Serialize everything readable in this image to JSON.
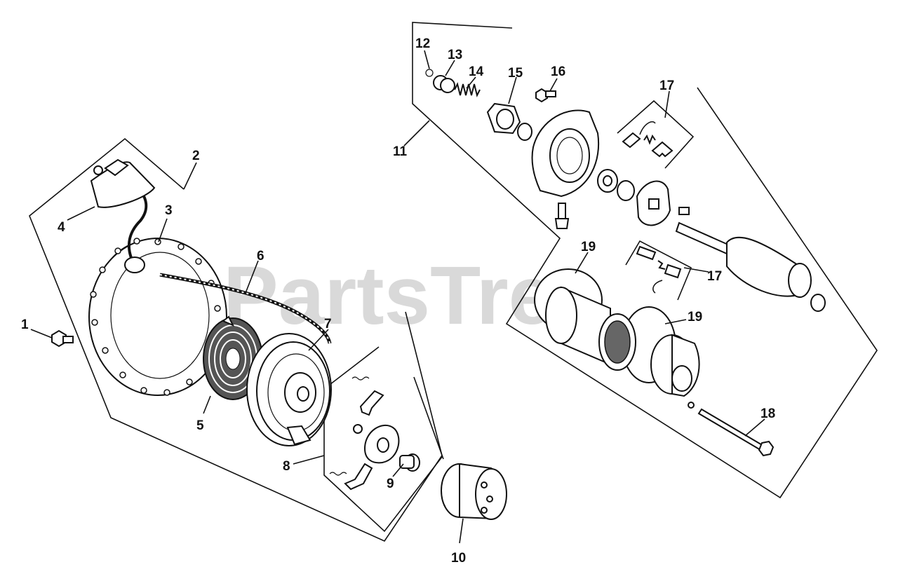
{
  "watermark": "PartsTree",
  "callouts": [
    "1",
    "2",
    "3",
    "4",
    "5",
    "6",
    "7",
    "8",
    "9",
    "10",
    "11",
    "12",
    "13",
    "14",
    "15",
    "16",
    "17",
    "17",
    "18",
    "19",
    "19"
  ]
}
